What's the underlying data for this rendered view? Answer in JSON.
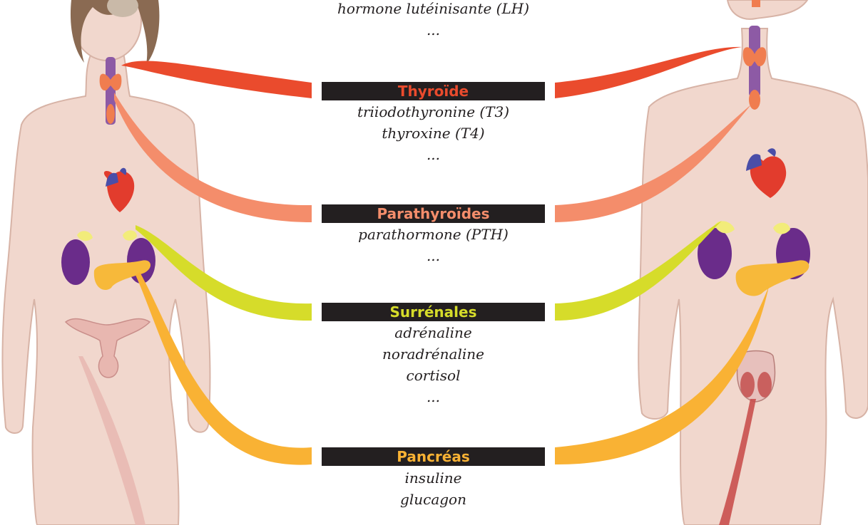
{
  "top": {
    "hormones": [
      "hormone lutéinisante (LH)",
      "..."
    ]
  },
  "glands": [
    {
      "name": "Thyroïde",
      "color": "#ea4b2d",
      "hormones": [
        "triiodothyronine (T3)",
        "thyroxine (T4)",
        "..."
      ]
    },
    {
      "name": "Parathyroïdes",
      "color": "#f48d6b",
      "hormones": [
        "parathormone (PTH)",
        "..."
      ]
    },
    {
      "name": "Surrénales",
      "color": "#d6dc2a",
      "hormones": [
        "adrénaline",
        "noradrénaline",
        "cortisol",
        "..."
      ]
    },
    {
      "name": "Pancréas",
      "color": "#f9b234",
      "hormones": [
        "insuline",
        "glucagon"
      ]
    }
  ],
  "colors": {
    "skin": "#f1d7cd",
    "skin_outline": "#d7b3a6",
    "hair": "#8a6a52",
    "trachea": "#8d5aa5",
    "thyroid": "#f07d4f",
    "kidney": "#6a2c8a",
    "adrenal": "#f2ec7a",
    "pancreas": "#f7b93a",
    "heart": "#e23c2d",
    "reproductive": "#e8b7b0"
  }
}
